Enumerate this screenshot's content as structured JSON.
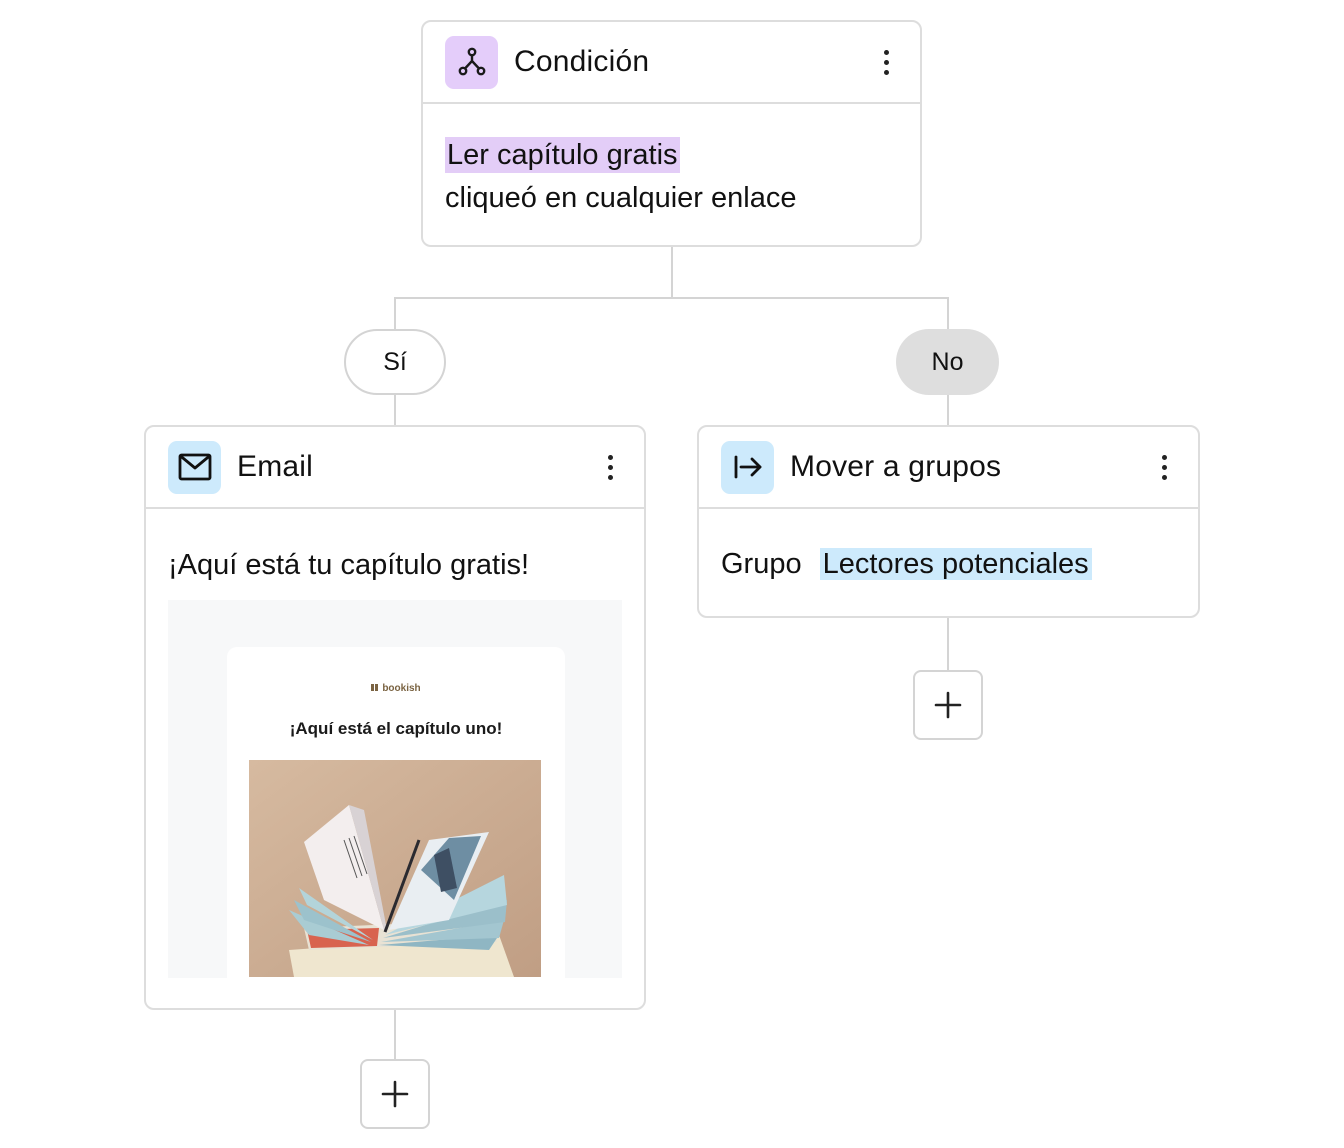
{
  "condition": {
    "title": "Condición",
    "icon": "branch-icon",
    "highlight_text": "Ler capítulo gratis",
    "rule_text": "cliqueó en cualquier enlace",
    "accent": "#e3cdf7",
    "icon_bg": "#e4cdfa"
  },
  "branches": {
    "yes_label": "Sí",
    "no_label": "No"
  },
  "email_step": {
    "title": "Email",
    "icon": "envelope-icon",
    "icon_bg": "#cdeafc",
    "subject": "¡Aquí está tu capítulo gratis!",
    "preview": {
      "brand": "bookish",
      "heading": "¡Aquí está el capítulo uno!",
      "image": "open-book-photo"
    }
  },
  "group_step": {
    "title": "Mover a grupos",
    "icon": "move-arrow-icon",
    "icon_bg": "#cdeafc",
    "group_label": "Grupo",
    "group_name": "Lectores potenciales",
    "accent": "#cdeafc"
  },
  "add_step": {
    "icon": "plus-icon"
  }
}
